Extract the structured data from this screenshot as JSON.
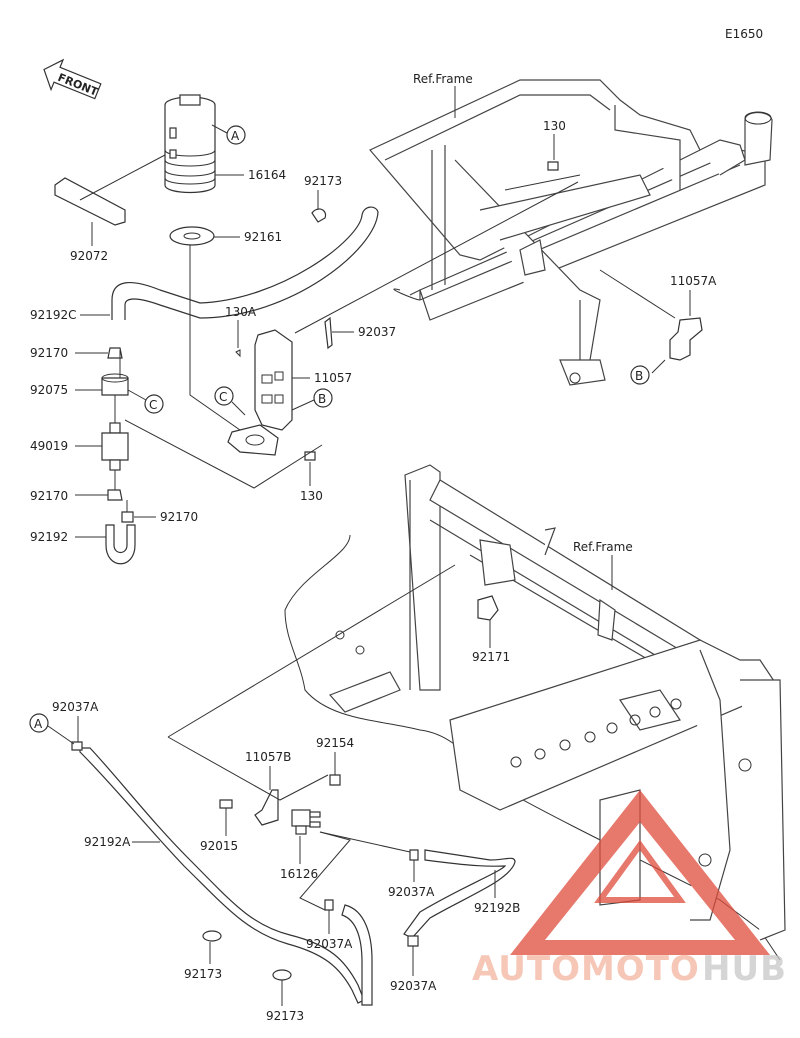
{
  "diagram": {
    "code": "E1650",
    "front_label": "FRONT",
    "ref_frame_top": "Ref.Frame",
    "ref_frame_bottom": "Ref.Frame",
    "circle_markers": {
      "A": "A",
      "B": "B",
      "C": "C"
    },
    "parts": {
      "p16164": "16164",
      "p92173_top": "92173",
      "p92072": "92072",
      "p92161": "92161",
      "p92192C": "92192C",
      "p130A": "130A",
      "p92037": "92037",
      "p92170_a": "92170",
      "p11057": "11057",
      "p92075": "92075",
      "p49019": "49019",
      "p92170_b": "92170",
      "p92170_c": "92170",
      "p92192": "92192",
      "p130_bottom": "130",
      "p130_top": "130",
      "p11057A": "11057A",
      "p92171": "92171",
      "p92037A_top": "92037A",
      "p92154": "92154",
      "p11057B": "11057B",
      "p92015": "92015",
      "p16126": "16126",
      "p92192A": "92192A",
      "p92037A_mid": "92037A",
      "p92192B": "92192B",
      "p92037A_low": "92037A",
      "p92037A_bottom": "92037A",
      "p92173_left": "92173",
      "p92173_bottom": "92173"
    },
    "watermark": {
      "part1": "AUTOMOTO",
      "part2": "HUB",
      "color1": "#f3b5a0",
      "color2": "#c8c8c8",
      "triangle_color": "#e04b3c"
    }
  }
}
